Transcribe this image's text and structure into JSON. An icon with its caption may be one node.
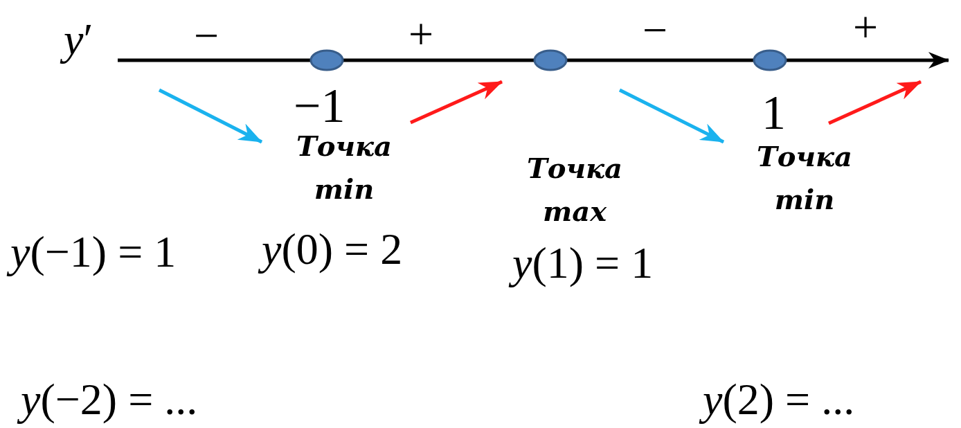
{
  "diagram": {
    "nodes": [
      {
        "text": [],
        "shape": "circle",
        "beside": [
          "−1"
        ]
      },
      {
        "text": [],
        "shape": "circle"
      },
      {
        "text": [],
        "shape": "circle",
        "beside": [
          "1"
        ]
      }
    ],
    "labels": [
      "*y*′",
      "−",
      "+",
      "−",
      "+",
      "Точка min",
      "Точка max",
      "Точка min",
      "*y*(−1) = 1",
      "*y*(0) = 2",
      "*y*(1) = 1",
      "*y*(−2) = ...",
      "*y*(2) = ..."
    ]
  }
}
